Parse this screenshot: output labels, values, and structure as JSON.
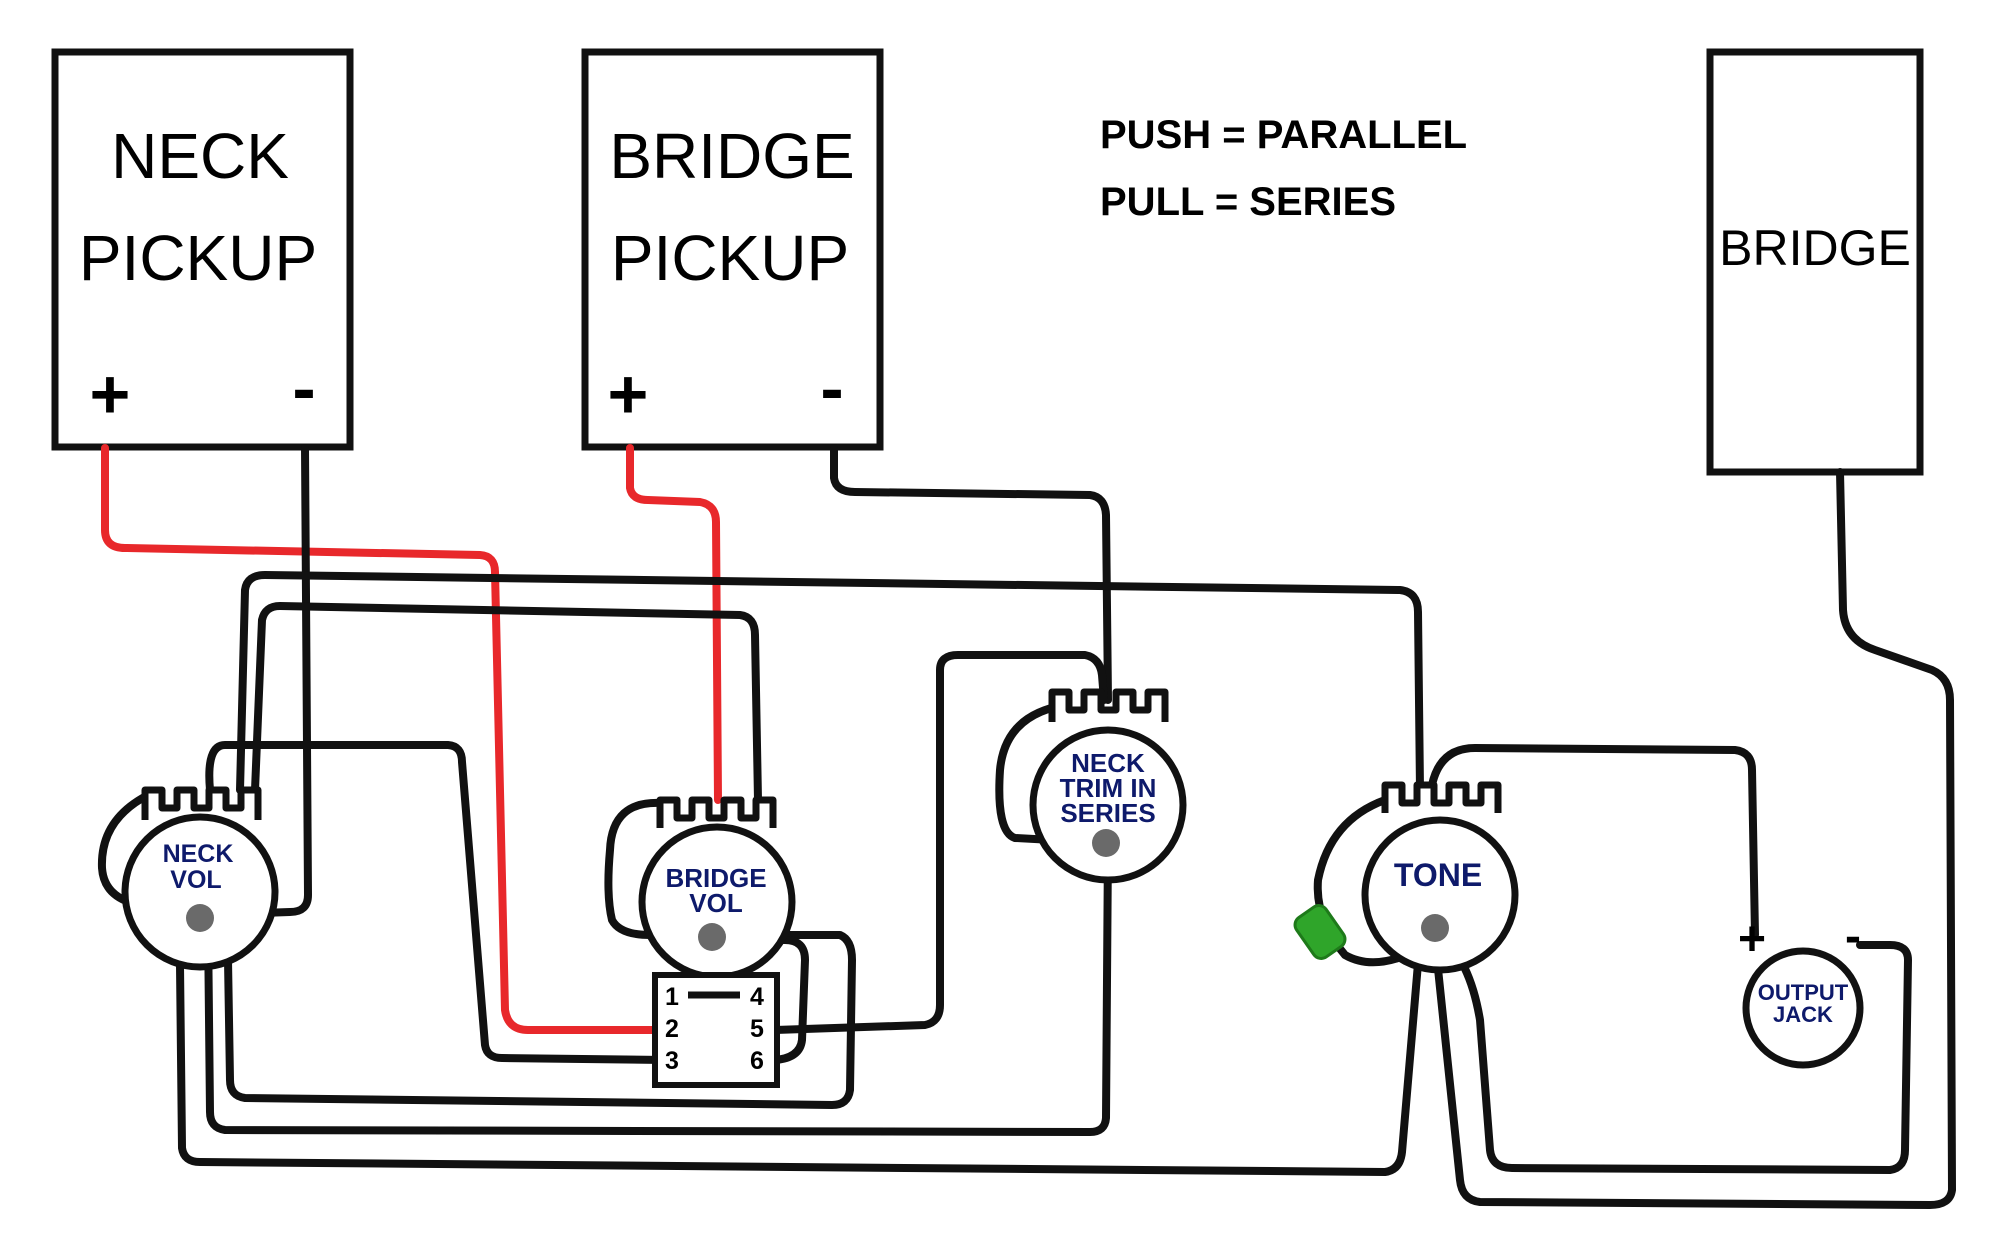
{
  "colors": {
    "wire_black": "#111111",
    "wire_red": "#e8282b",
    "label_navy": "#0e1a6b",
    "capacitor_green": "#2fa52a",
    "lug_gray": "#6a6a6a"
  },
  "notes": {
    "push": "PUSH = PARALLEL",
    "pull": "PULL = SERIES"
  },
  "neck_pickup": {
    "line1": "NECK",
    "line2": "PICKUP",
    "plus": "+",
    "minus": "-"
  },
  "bridge_pickup": {
    "line1": "BRIDGE",
    "line2": "PICKUP",
    "plus": "+",
    "minus": "-"
  },
  "bridge_ground": {
    "label": "BRIDGE"
  },
  "pots": {
    "neck_vol": {
      "line1": "NECK",
      "line2": "VOL"
    },
    "bridge_vol": {
      "line1": "BRIDGE",
      "line2": "VOL"
    },
    "neck_trim": {
      "line1": "NECK",
      "line2": "TRIM IN",
      "line3": "SERIES"
    },
    "tone": {
      "line1": "TONE"
    }
  },
  "output_jack": {
    "line1": "OUTPUT",
    "line2": "JACK",
    "plus": "+",
    "minus": "-"
  },
  "switch": {
    "lugs": [
      "1",
      "2",
      "3",
      "4",
      "5",
      "6"
    ]
  }
}
